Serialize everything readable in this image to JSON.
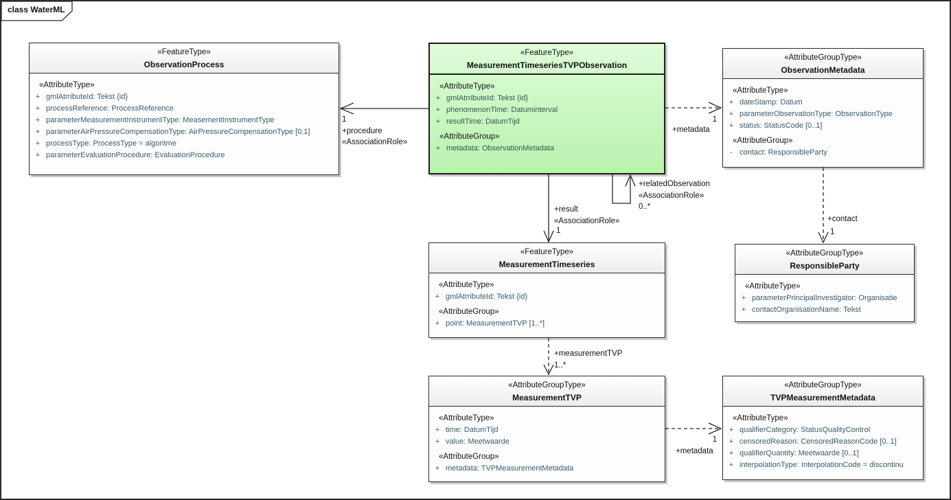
{
  "frame": {
    "tab_label": "class WaterML"
  },
  "colors": {
    "box_border": "#2b2b2b",
    "box_fill": "#fdfdfd",
    "shadow": "#c9c9c9",
    "highlight_fill": "#c7f5bd",
    "attr_text": "#3a5a6e",
    "line": "#262626"
  },
  "classes": [
    {
      "stereotype": "«FeatureType»",
      "name": "ObservationProcess",
      "sections": [
        {
          "label": "«AttributeType»",
          "attrs": [
            {
              "v": "+",
              "t": "gmlAtrributeId: Tekst {id}"
            },
            {
              "v": "+",
              "t": "processReference: ProcessReference"
            },
            {
              "v": "+",
              "t": "parameterMeasurementInstrumentType: MeasementInstrumentType"
            },
            {
              "v": "+",
              "t": "parameterAirPressureCompensationType: AirPressureCompensationType [0.1]"
            },
            {
              "v": "+",
              "t": "processType: ProcessType = algoritme"
            },
            {
              "v": "+",
              "t": "parameterEvaluationProcedure: EvaluationProcedure"
            }
          ]
        }
      ]
    },
    {
      "stereotype": "«FeatureType»",
      "name": "MeasurementTimeseriesTVPObservation",
      "sections": [
        {
          "label": "«AttributeType»",
          "attrs": [
            {
              "v": "+",
              "t": "gmlAtrributeId: Tekst {id}"
            },
            {
              "v": "+",
              "t": "phenomenonTime: Datuminterval"
            },
            {
              "v": "+",
              "t": "resultTime: DatumTijd"
            }
          ]
        },
        {
          "label": "«AttributeGroup»",
          "attrs": [
            {
              "v": "+",
              "t": "metadata: ObservationMetadata"
            }
          ]
        }
      ]
    },
    {
      "stereotype": "«AttributeGroupType»",
      "name": "ObservationMetadata",
      "sections": [
        {
          "label": "«AttributeType»",
          "attrs": [
            {
              "v": "+",
              "t": "dateStamp: Datum"
            },
            {
              "v": "+",
              "t": "parameterObservationType: ObservationType"
            },
            {
              "v": "+",
              "t": "status: StatusCode [0..1]"
            }
          ]
        },
        {
          "label": "«AttributeGroup»",
          "attrs": [
            {
              "v": "-",
              "t": "contact: ResponsibleParty"
            }
          ]
        }
      ]
    },
    {
      "stereotype": "«FeatureType»",
      "name": "MeasurementTimeseries",
      "sections": [
        {
          "label": "«AttributeType»",
          "attrs": [
            {
              "v": "+",
              "t": "gmlAtrributeId: Tekst {id}"
            }
          ]
        },
        {
          "label": "«AttributeGroup»",
          "attrs": [
            {
              "v": "+",
              "t": "point: MeasurementTVP [1..*]"
            }
          ]
        }
      ]
    },
    {
      "stereotype": "«AttributeGroupType»",
      "name": "ResponsibleParty",
      "sections": [
        {
          "label": "«AttributeType»",
          "attrs": [
            {
              "v": "+",
              "t": "parameterPrincipalInvestigator: Organisatie"
            },
            {
              "v": "+",
              "t": "contactOrganisationName: Tekst"
            }
          ]
        }
      ]
    },
    {
      "stereotype": "«AttributeGroupType»",
      "name": "MeasurementTVP",
      "sections": [
        {
          "label": "«AttributeType»",
          "attrs": [
            {
              "v": "+",
              "t": "time: DatumTijd"
            },
            {
              "v": "+",
              "t": "value: Meetwaarde"
            }
          ]
        },
        {
          "label": "«AttributeGroup»",
          "attrs": [
            {
              "v": "+",
              "t": "metadata: TVPMeasurementMetadata"
            }
          ]
        }
      ]
    },
    {
      "stereotype": "«AttributeGroupType»",
      "name": "TVPMeasurementMetadata",
      "sections": [
        {
          "label": "«AttributeType»",
          "attrs": [
            {
              "v": "+",
              "t": "qualifierCategory: StatusQualityControl"
            },
            {
              "v": "+",
              "t": "censoredReason: CensoredReasonCode [0..1]"
            },
            {
              "v": "+",
              "t": "qualifierQuantity: Meetwaarde [0..1]"
            },
            {
              "v": "+",
              "t": "interpolationType: InterpolationCode = discontinu"
            }
          ]
        }
      ]
    }
  ],
  "connectors": {
    "procedure": {
      "mult": "1",
      "role": "+procedure",
      "stereotype": "«AssociationRole»"
    },
    "metadata_top": {
      "mult": "1",
      "role": "+metadata"
    },
    "result": {
      "role": "+result",
      "stereotype": "«AssociationRole»",
      "mult": "1"
    },
    "related_observation": {
      "role": "+relatedObservation",
      "stereotype": "«AssociationRole»",
      "mult": "0..*"
    },
    "contact": {
      "role": "+contact",
      "mult": "1"
    },
    "measurement_tvp": {
      "role": "+measurementTVP",
      "mult": "1..*"
    },
    "metadata_bottom": {
      "mult": "1",
      "role": "+metadata"
    }
  }
}
